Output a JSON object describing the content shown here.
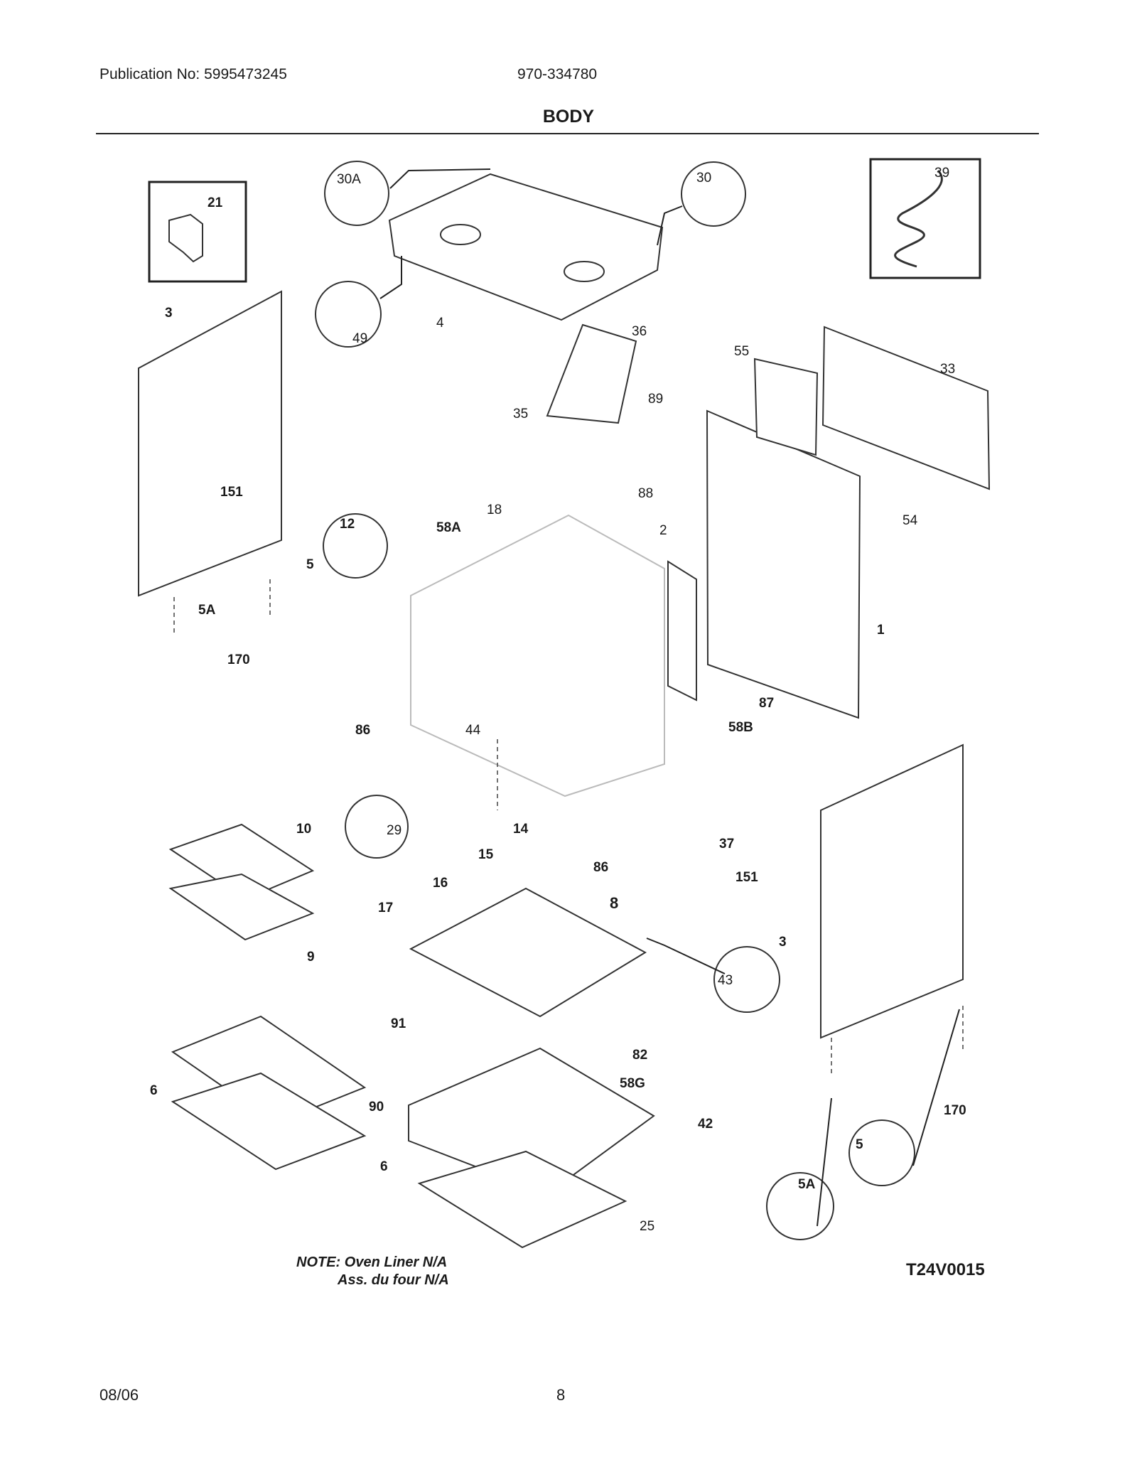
{
  "header": {
    "publication": "Publication No: 5995473245",
    "model": "970-334780",
    "title": "BODY"
  },
  "callouts": [
    "21",
    "39",
    "30A",
    "30",
    "49",
    "4",
    "3",
    "151",
    "36",
    "55",
    "33",
    "35",
    "89",
    "88",
    "54",
    "12",
    "18",
    "58A",
    "2",
    "5",
    "5A",
    "170",
    "1",
    "87",
    "58B",
    "86",
    "44",
    "10",
    "29",
    "14",
    "15",
    "16",
    "17",
    "9",
    "37",
    "151",
    "86",
    "8",
    "43",
    "3",
    "6",
    "91",
    "82",
    "58G",
    "90",
    "42",
    "6",
    "5",
    "5A",
    "170",
    "25"
  ],
  "notes": {
    "line1": "NOTE: Oven Liner N/A",
    "line2": "Ass. du four N/A"
  },
  "diagram_id": "T24V0015",
  "footer": {
    "date": "08/06",
    "page": "8"
  }
}
